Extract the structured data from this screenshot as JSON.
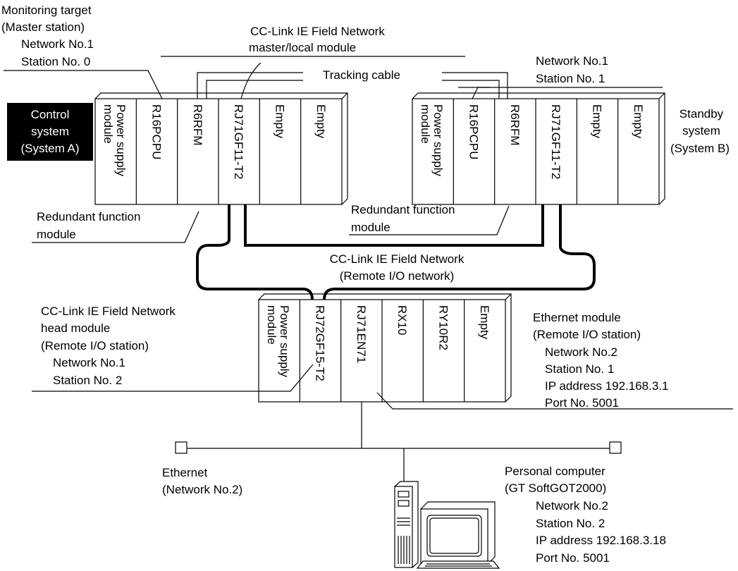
{
  "labels": {
    "monitoring_target": [
      "Monitoring target",
      "(Master station)",
      "Network No.1",
      "Station No. 0"
    ],
    "cclink_master_local": [
      "CC-Link IE Field Network",
      "master/local module"
    ],
    "tracking_cable": "Tracking cable",
    "network1_station1": [
      "Network No.1",
      "Station No. 1"
    ],
    "control_system": [
      "Control",
      "system",
      "(System A)"
    ],
    "standby_system": [
      "Standby",
      "system",
      "(System B)"
    ],
    "redundant_function_a": [
      "Redundant function",
      "module"
    ],
    "redundant_function_b": [
      "Redundant function",
      "module"
    ],
    "cclink_network": [
      "CC-Link IE Field Network",
      "(Remote I/O network)"
    ],
    "head_module": [
      "CC-Link IE Field Network",
      "head module",
      "(Remote I/O station)",
      "Network No.1",
      "Station No. 2"
    ],
    "ethernet_module": [
      "Ethernet module",
      "(Remote I/O station)",
      "Network No.2",
      "Station No. 1",
      "IP address 192.168.3.1",
      "Port No. 5001"
    ],
    "ethernet": [
      "Ethernet",
      "(Network No.2)"
    ],
    "personal_computer": [
      "Personal computer",
      "(GT SoftGOT2000)",
      "Network No.2",
      "Station No. 2",
      "IP address 192.168.3.18",
      "Port No. 5001"
    ]
  },
  "rack_a_modules": [
    [
      "Power supply",
      "module"
    ],
    [
      "R16PCPU"
    ],
    [
      "R6RFM"
    ],
    [
      "RJ71GF11-T2"
    ],
    [
      "Empty"
    ],
    [
      "Empty"
    ]
  ],
  "rack_b_modules": [
    [
      "Power supply",
      "module"
    ],
    [
      "R16PCPU"
    ],
    [
      "R6RFM"
    ],
    [
      "RJ71GF11-T2"
    ],
    [
      "Empty"
    ],
    [
      "Empty"
    ]
  ],
  "rack_c_modules": [
    [
      "Power supply",
      "module"
    ],
    [
      "RJ72GF15-T2"
    ],
    [
      "RJ71EN71"
    ],
    [
      "RX10"
    ],
    [
      "RY10R2"
    ],
    [
      "Empty"
    ]
  ],
  "icons": [
    "personal-computer-icon",
    "ethernet-terminator-icon"
  ]
}
